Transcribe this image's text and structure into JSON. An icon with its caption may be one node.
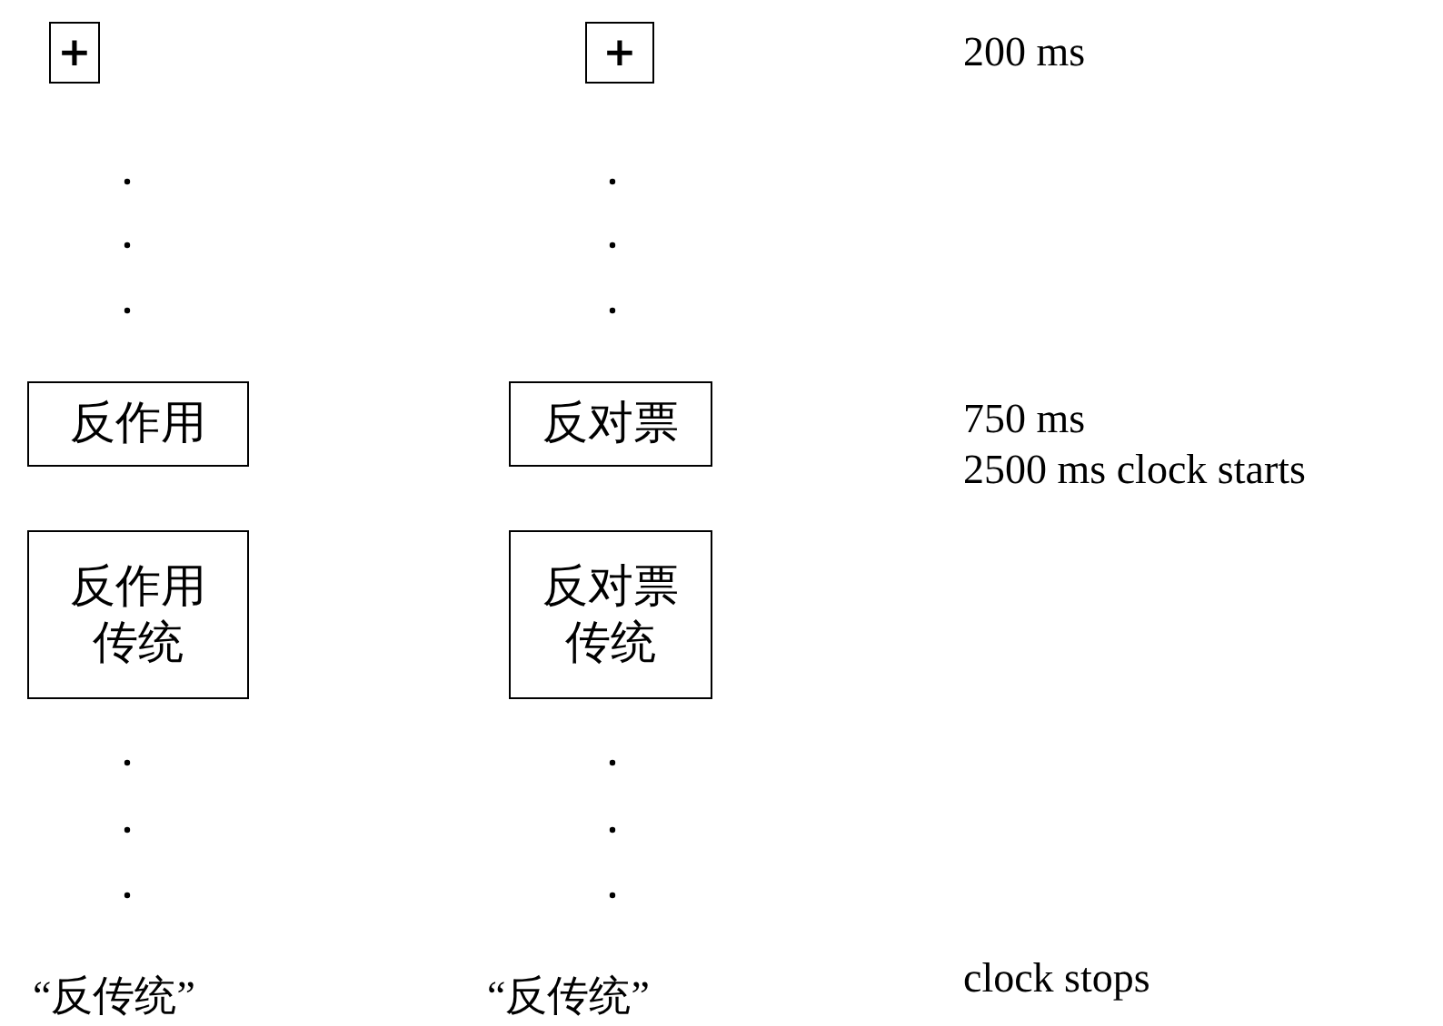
{
  "diagram": {
    "nodes": [
      {
        "text": [
          "+"
        ]
      },
      {
        "text": [
          "+"
        ]
      },
      {
        "text": [
          "反作用"
        ]
      },
      {
        "text": [
          "反对票"
        ]
      },
      {
        "text": [
          "反作用传统"
        ]
      },
      {
        "text": [
          "反对票传统"
        ]
      }
    ],
    "labels": [
      "200 ms",
      "750 ms",
      "2500 ms clock starts",
      "“反传统”",
      "“反传统”",
      "clock stops"
    ]
  }
}
